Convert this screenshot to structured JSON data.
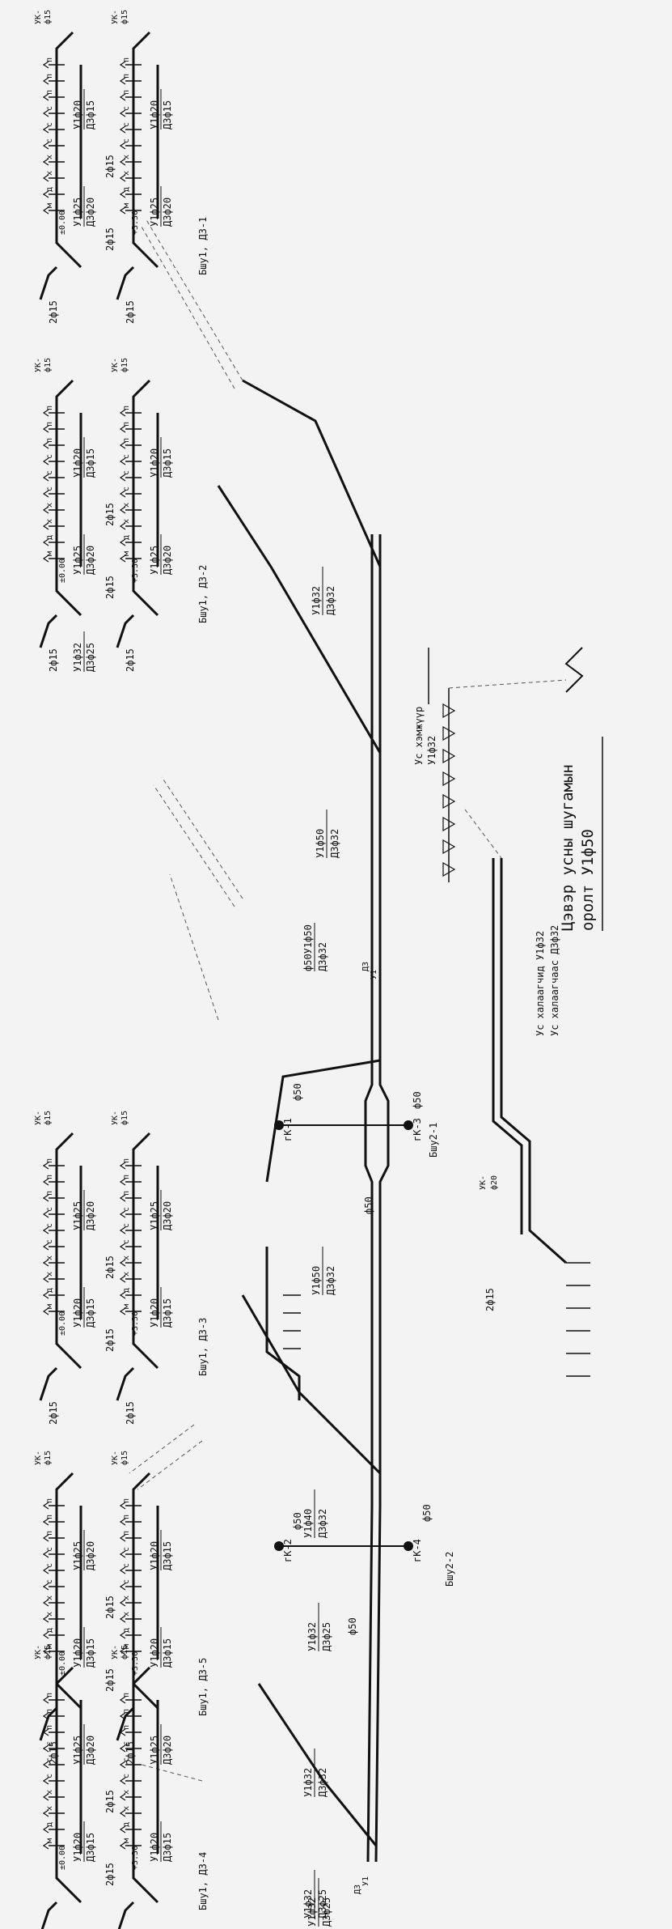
{
  "drawing": {
    "title_line1": "Цэвэр усны шугамын",
    "title_line2": "оролт У1ф50",
    "header_labels": [
      "Ус хэмжүүр",
      "У1ф32"
    ],
    "cold_water_line1": "Ус халаагчид У1ф32",
    "cold_water_line2": "Ус халаагчаас Д3ф32",
    "riser_labels": [
      "Д3",
      "У1",
      "У1",
      "Д3"
    ],
    "diameter_labels": [
      "ф50",
      "ф50",
      "ф50",
      "ф50",
      "ф50",
      "ф50"
    ],
    "main_pipe_labels": [
      [
        "У1ф32",
        "Д3ф32"
      ],
      [
        "У1ф50",
        "Д3ф32"
      ],
      [
        "ф50У1ф50",
        "Д3ф32"
      ],
      [
        "У1ф50",
        "Д3ф32"
      ],
      [
        "У1ф40",
        "Д3ф32"
      ],
      [
        "У1ф32",
        "Д3ф25"
      ],
      [
        "У1ф32",
        "Д3ф32"
      ],
      [
        "У1ф32",
        "Д3ф25"
      ],
      [
        "У1ф32",
        "Д3ф25"
      ]
    ],
    "fixture_codes": [
      "п",
      "п",
      "п",
      "с",
      "с",
      "с",
      "х",
      "х",
      "д",
      "м",
      "м"
    ],
    "node_labels": [
      "гК-1",
      "гК-3",
      "гК-2",
      "гК-4",
      "Бшу2-1",
      "Бшу2-2"
    ],
    "small_labels": [
      "УК-",
      "ф15",
      "2ф15",
      "+3.30",
      "±0.00",
      "ф20",
      "УК-",
      "ф20",
      "2ф15"
    ],
    "sections": [
      {
        "name": "Бшу1, Д3-1",
        "tags": [
          [
            "У1ф20",
            "Д3ф15"
          ],
          [
            "У1ф20",
            "Д3ф15"
          ],
          [
            "У1ф25",
            "Д3ф20"
          ],
          [
            "У1ф25",
            "Д3ф20"
          ]
        ],
        "uk": "УК-",
        "uk2": "ф15",
        "twophi": "2ф15",
        "twophi_b": "2ф15",
        "lvl_top": "+3.30",
        "lvl_bot": "±0.00",
        "mid": "2ф15",
        "twophi_c": "2ф15"
      },
      {
        "name": "Бшу1, Д3-2",
        "tags": [
          [
            "У1ф20",
            "Д3ф15"
          ],
          [
            "У1ф20",
            "Д3ф15"
          ],
          [
            "У1ф25",
            "Д3ф20"
          ],
          [
            "У1ф25",
            "Д3ф20"
          ],
          [
            "У1ф32",
            "Д3ф25"
          ]
        ],
        "uk": "УК-",
        "uk2": "ф15",
        "twophi": "2ф15",
        "twophi_b": "2ф15",
        "lvl_top": "+3.30",
        "lvl_bot": "±0.00",
        "mid": "2ф15",
        "twophi_c": "2ф15"
      },
      {
        "name": "Бшу1, Д3-3",
        "tags": [
          [
            "У1ф25",
            "Д3ф20"
          ],
          [
            "У1ф25",
            "Д3ф20"
          ],
          [
            "У1ф20",
            "Д3ф15"
          ],
          [
            "У1ф20",
            "Д3ф15"
          ]
        ],
        "uk": "УК-",
        "uk2": "ф15",
        "twophi": "2ф15",
        "twophi_b": "2ф15",
        "lvl_top": "+3.30",
        "lvl_bot": "±0.00",
        "mid": "2ф15",
        "twophi_c": "2ф15"
      },
      {
        "name": "Бшу1, Д3-5",
        "tags": [
          [
            "У1ф25",
            "Д3ф20"
          ],
          [
            "У1ф20",
            "Д3ф15"
          ],
          [
            "У1ф20",
            "Д3ф15"
          ],
          [
            "У1ф20",
            "Д3ф15"
          ]
        ],
        "uk": "УК-",
        "uk2": "ф15",
        "twophi": "2ф15",
        "twophi_b": "2ф15",
        "lvl_top": "+3.30",
        "lvl_bot": "±0.00",
        "mid": "2ф15",
        "twophi_c": "2ф15"
      },
      {
        "name": "Бшу1, Д3-4",
        "tags": [
          [
            "У1ф25",
            "Д3ф20"
          ],
          [
            "У1ф25",
            "Д3ф20"
          ],
          [
            "У1ф20",
            "Д3ф15"
          ],
          [
            "У1ф20",
            "Д3ф15"
          ]
        ],
        "uk": "УК-",
        "uk2": "ф15",
        "twophi": "2ф15",
        "twophi_b": "2ф15",
        "lvl_top": "+3.30",
        "lvl_bot": "±0.00",
        "mid": "2ф15",
        "twophi_c": "2ф15"
      }
    ],
    "colors": {
      "ink": "#111111",
      "paper": "#f3f3f3",
      "dash": "#555555"
    }
  }
}
